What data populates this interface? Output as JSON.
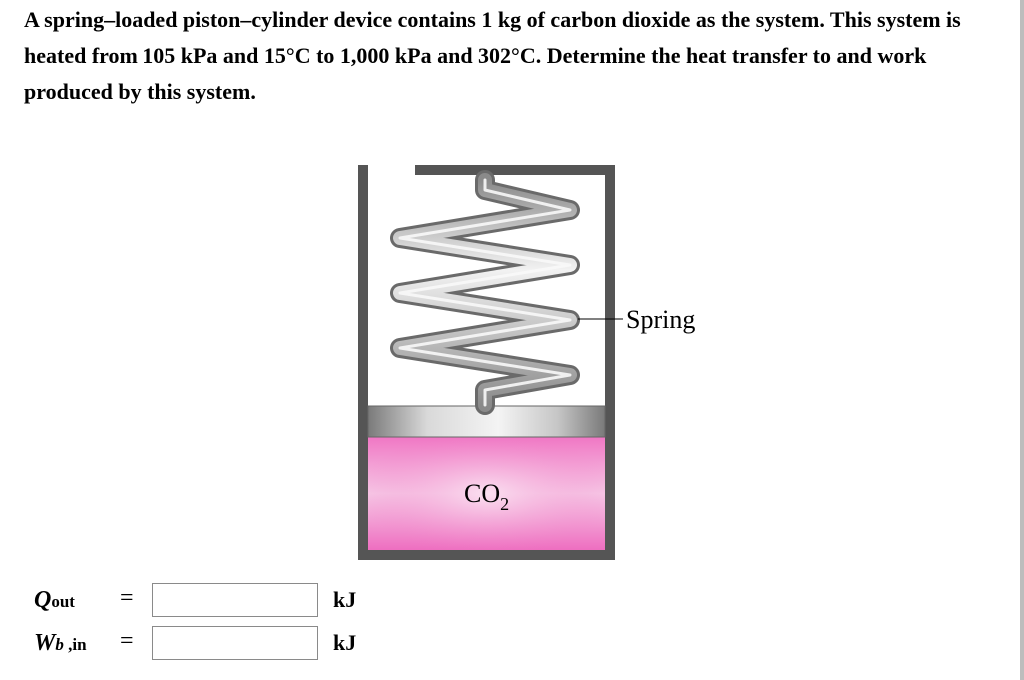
{
  "problem": {
    "text": "A spring–loaded piston–cylinder device contains 1 kg of carbon dioxide as the system. This system is heated from 105 kPa and 15°C to 1,000 kPa and 302°C. Determine the heat transfer to and work produced by this system."
  },
  "figure": {
    "spring_label": "Spring",
    "gas_label_main": "CO",
    "gas_label_sub": "2"
  },
  "answers": {
    "q": {
      "symbol": "Q",
      "subscript": "out",
      "equals": "=",
      "value": "",
      "unit": "kJ"
    },
    "w": {
      "symbol": "W",
      "subscript_italic": "b",
      "subscript": " ,in",
      "equals": "=",
      "value": "",
      "unit": "kJ"
    }
  }
}
